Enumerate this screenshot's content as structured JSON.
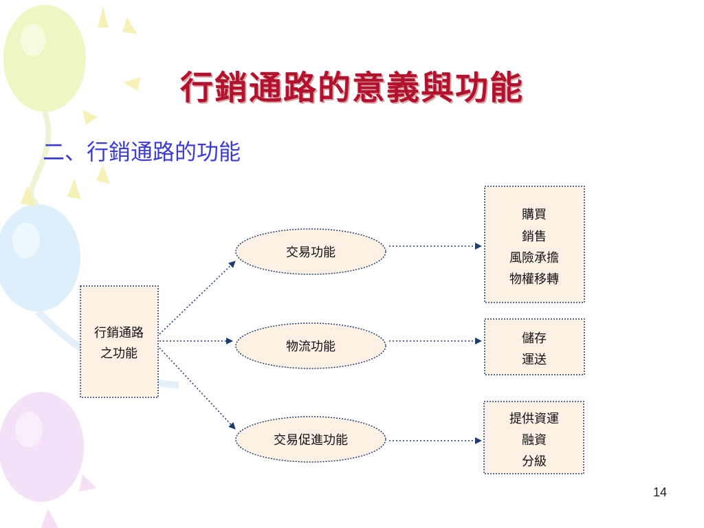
{
  "slide": {
    "title": "行銷通路的意義與功能",
    "subtitle": "二、行銷通路的功能",
    "page_number": "14"
  },
  "colors": {
    "title": "#b3122e",
    "subtitle": "#3b3bd9",
    "box_fill": "#fdf0e4",
    "dotted_line": "#1e3a6e"
  },
  "diagram": {
    "root": {
      "lines": [
        "行銷通路",
        "之功能"
      ]
    },
    "functions": [
      {
        "label": "交易功能"
      },
      {
        "label": "物流功能"
      },
      {
        "label": "交易促進功能"
      }
    ],
    "details": [
      {
        "lines": [
          "購買",
          "銷售",
          "風險承擔",
          "物權移轉"
        ]
      },
      {
        "lines": [
          "儲存",
          "運送"
        ]
      },
      {
        "lines": [
          "提供資運",
          "融資",
          "分級"
        ]
      }
    ]
  }
}
